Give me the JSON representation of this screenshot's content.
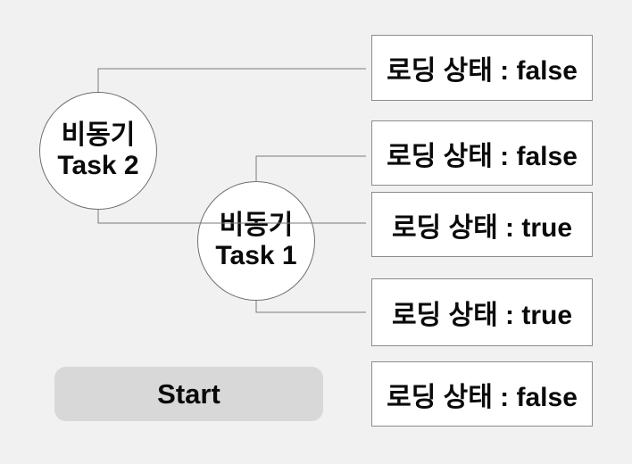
{
  "diagram": {
    "background_color": "#f1f1f1",
    "connector_color": "#7a7a7a",
    "node_fill": "#ffffff",
    "node_border_color": "#6f6f6f",
    "box_border_color": "#8c8c8c",
    "task_nodes": [
      {
        "title": "비동기",
        "subtitle": "Task 2"
      },
      {
        "title": "비동기",
        "subtitle": "Task 1"
      }
    ],
    "status_boxes": [
      {
        "label": "로딩 상태 : false"
      },
      {
        "label": "로딩 상태 : false"
      },
      {
        "label": "로딩 상태 : true"
      },
      {
        "label": "로딩 상태 : true"
      },
      {
        "label": "로딩 상태 : false"
      }
    ],
    "start_button": {
      "label": "Start",
      "background": "#d8d8d8"
    }
  }
}
